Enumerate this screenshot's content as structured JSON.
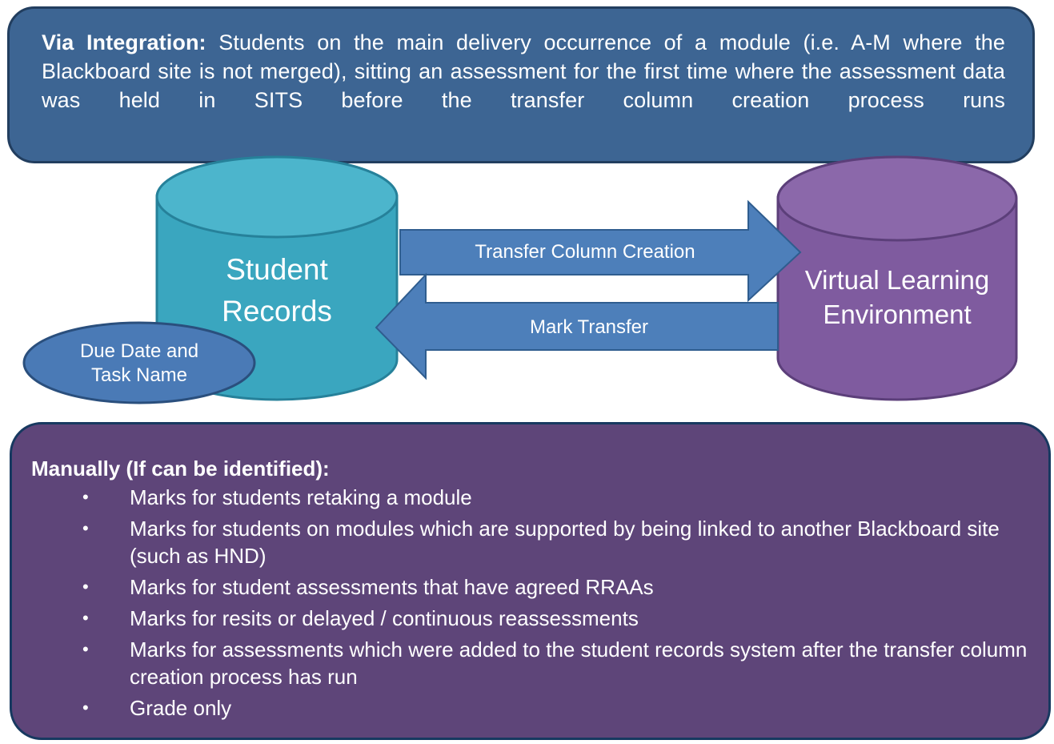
{
  "top_panel": {
    "label": "Via Integration:",
    "text": "Students on the main delivery occurrence of a module (i.e. A-M where the Blackboard site is not merged), sitting an assessment for the first time where the assessment data was held in SITS before the transfer column creation process runs"
  },
  "diagram": {
    "student_records": {
      "line1": "Student",
      "line2": "Records"
    },
    "due_date": {
      "line1": "Due Date and",
      "line2": "Task Name"
    },
    "vle": {
      "line1": "Virtual Learning",
      "line2": "Environment"
    },
    "arrow_right_label": "Transfer Column Creation",
    "arrow_left_label": "Mark Transfer",
    "colors": {
      "top_panel": "#3d6593",
      "student_records": "#3aa6bf",
      "vle": "#7f5b9f",
      "arrows": "#4d7fba",
      "bottom_panel": "#5e4579"
    }
  },
  "bottom_panel": {
    "heading": "Manually (If can be identified):",
    "bullet_symbol": "•",
    "items": [
      {
        "text": "Marks for students retaking a module"
      },
      {
        "text": "Marks for students on modules which are supported by being linked to another Blackboard site (such as HND)"
      },
      {
        "text": "Marks for student assessments that have agreed RRAAs"
      },
      {
        "text": "Marks for resits or delayed / continuous reassessments"
      },
      {
        "text": "Marks for assessments which were added to the student records system after the transfer column creation process has run"
      },
      {
        "text": "Grade only"
      }
    ]
  }
}
